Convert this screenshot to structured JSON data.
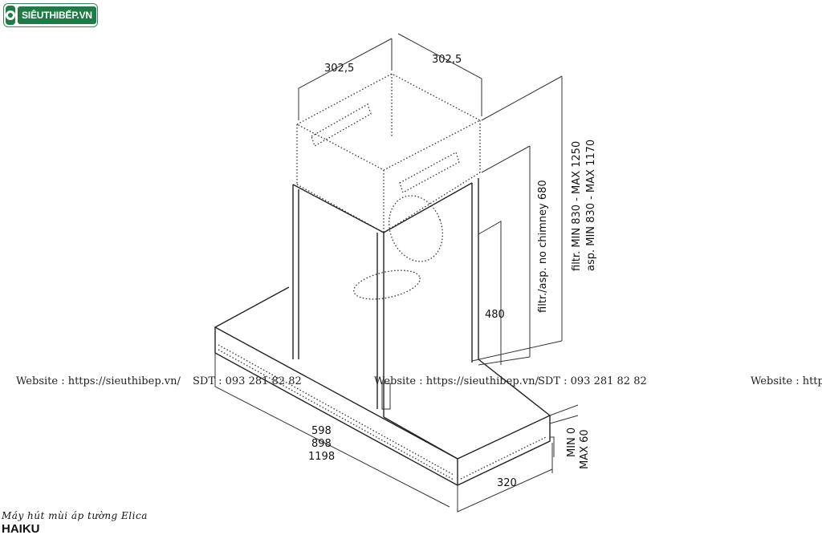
{
  "logo": {
    "text": "SIÊUTHIBẾP.VN"
  },
  "watermark": {
    "website": "Website : https://sieuthibep.vn/",
    "phone": "SDT : 093 281 82 82",
    "website_cut": "Website : http"
  },
  "dimensions": {
    "chimney_width_left": "302,5",
    "chimney_width_right": "302,5",
    "height_filtr": "filtr. MIN 830 - MAX 1250",
    "height_asp": "asp. MIN 830 - MAX 1170",
    "no_chimney": "filtr./asp. no chimney 680",
    "body_height": "480",
    "widths": [
      "598",
      "898",
      "1198"
    ],
    "depth": "320",
    "offset_min": "MIN 0",
    "offset_max": "MAX 60"
  },
  "caption": {
    "line1": "Máy hút mùi áp tường Elica",
    "line2": "HAIKU"
  }
}
